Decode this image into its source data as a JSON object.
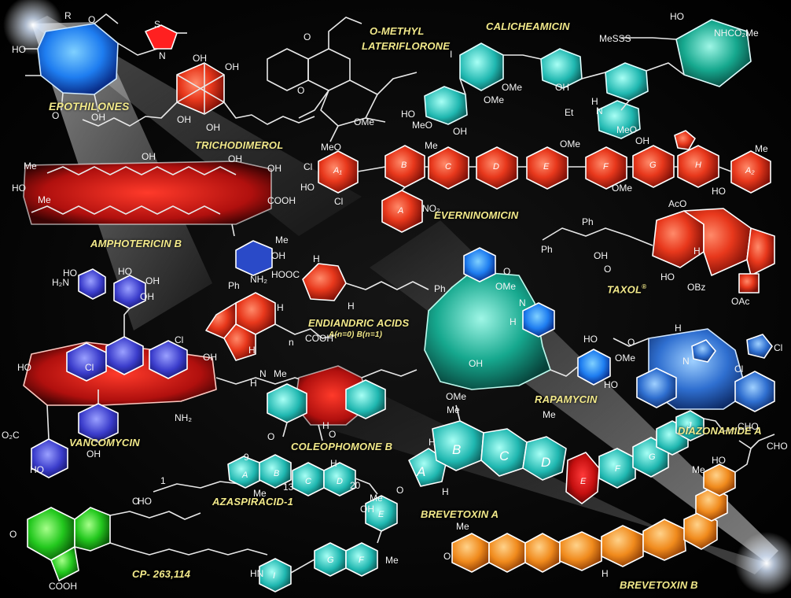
{
  "colors": {
    "background": "#000000",
    "label": "#f2e98a",
    "atom_text": "#f4f4f4",
    "bond": "#e8e8e8",
    "epothilone": "#1e7df0",
    "trichodimerol": "#ff3a1a",
    "amphotericin": "#d41c1c",
    "everninomicin": "#e8381c",
    "calicheamicin": "#22c2b0",
    "rapamycin": "#16a88e",
    "vancomycin": "#c8311f",
    "vancomycin_aryl": "#3b3dcc",
    "diazonamide": "#2f6fd0",
    "brevetoxin_a": "#1fb7b0",
    "brevetoxin_a_red": "#e01616",
    "brevetoxin_b": "#f08a1c",
    "cp_green": "#23c81e",
    "endiandric": "#ff4a1e",
    "taxol": "#e43318",
    "coleophomone": "#2bb5a6"
  },
  "compounds": [
    {
      "name": "EPOTHILONES"
    },
    {
      "name": "TRICHODIMEROL"
    },
    {
      "name": "O-METHYL"
    },
    {
      "name": "LATERIFLORONE"
    },
    {
      "name": "CALICHEAMICIN"
    },
    {
      "name": "EVERNINOMICIN"
    },
    {
      "name": "AMPHOTERICIN B"
    },
    {
      "name": "TAXOL",
      "superscript": "®"
    },
    {
      "name": "ENDIANDRIC ACIDS",
      "subtitle": "A(n=0)  B(n=1)"
    },
    {
      "name": "RAPAMYCIN"
    },
    {
      "name": "DIAZONAMIDE A"
    },
    {
      "name": "VANCOMYCIN"
    },
    {
      "name": "COLEOPHOMONE B"
    },
    {
      "name": "BREVETOXIN A"
    },
    {
      "name": "AZASPIRACID-1"
    },
    {
      "name": "BREVETOXIN B"
    },
    {
      "name": "CP- 263,114"
    }
  ],
  "atoms": {
    "r": "R",
    "ho1": "HO",
    "o_ep": "O",
    "s": "S",
    "n_ep": "N",
    "o_ep2": "O",
    "oh_ep": "OH",
    "oh_t1": "OH",
    "oh_t2": "OH",
    "oh_t3": "OH",
    "oh_t4": "OH",
    "o_lat1": "O",
    "o_lat2": "O",
    "ome_lat": "OMe",
    "messs": "MeSSS",
    "ho_cal": "HO",
    "nhco2me": "NHCO₂Me",
    "i_cal": "I",
    "ome_cal": "OMe",
    "ome_cal2": "OMe",
    "oh_cal": "OH",
    "meo_cal": "MeO",
    "oh_cal2": "OH",
    "ho_cal3": "HO",
    "meo_cal3": "MeO",
    "et_cal": "Et",
    "h_cal": "H",
    "n_cal": "N",
    "meo_ev": "MeO",
    "cl_ev1": "Cl",
    "cl_ev2": "Cl",
    "ho_ev": "HO",
    "no2": "NO₂",
    "me_ev": "Me",
    "ome_ev": "OMe",
    "ome_ev2": "OMe",
    "me_ev2": "Me",
    "oh_ev": "OH",
    "ho_ev2": "HO",
    "me_am1": "Me",
    "ho_am": "HO",
    "me_am2": "Me",
    "oh_am1": "OH",
    "oh_am2": "OH",
    "oh_am3": "OH",
    "cooh_am": "COOH",
    "nh2_am": "NH₂",
    "oh_am4": "OH",
    "me_am3": "Me",
    "aco": "AcO",
    "ph_tax": "Ph",
    "o_tax": "O",
    "ph_tax2": "Ph",
    "h_tax": "H",
    "oh_tax": "OH",
    "ho_tax": "HO",
    "obz": "OBz",
    "oac": "OAc",
    "hooc_end": "HOOC",
    "ph_end1": "Ph",
    "ph_end2": "Ph",
    "h_end1": "H",
    "h_end2": "H",
    "h_end3": "H",
    "h_end4": "H",
    "cooh_end": "COOH",
    "n_end": "n",
    "ome_rap1": "OMe",
    "o_rap": "O",
    "n_rap": "N",
    "h_rap": "H",
    "oh_rap": "OH",
    "ome_rap2": "OMe",
    "ome_rap3": "OMe",
    "ho_rap": "HO",
    "h_dz": "H",
    "ho_dz": "HO",
    "o_dz": "O",
    "cl_dz": "Cl",
    "cl_dz2": "Cl",
    "n_dz": "N",
    "ho_v1": "HO",
    "h2n": "H₂N",
    "oh_v1": "OH",
    "ho_v2": "HO",
    "oh_v2": "OH",
    "cl_v1": "Cl",
    "cl_v2": "Cl",
    "ho_v3": "HO",
    "oh_v3": "OH",
    "nh2_v": "NH₂",
    "nme": "N",
    "nme2": "Me",
    "h_v": "H",
    "oh_v4": "OH",
    "ho_v4": "HO",
    "co2": "O₂C",
    "o_col": "O",
    "o_col2": "O",
    "h_col": "H",
    "me_ba": "Me",
    "me_ba2": "Me",
    "h_ba": "H",
    "h_ba2": "H",
    "o_ba": "O",
    "cho_ba": "CHO",
    "ho_az": "HO",
    "one": "1",
    "nine": "9",
    "thirteen": "13",
    "twenty": "20",
    "h_az": "H",
    "me_az": "Me",
    "me_az2": "Me",
    "oh_az": "OH",
    "hn": "HN",
    "me_az3": "Me",
    "me_bb": "Me",
    "ho_bb": "HO",
    "cho_bb": "CHO",
    "h_bb": "H",
    "o_bb": "O",
    "me_bb2": "Me",
    "o_cp": "O",
    "cooh_cp": "COOH",
    "o_cp2": "O"
  },
  "ring_labels": {
    "b": "B",
    "c": "C",
    "d": "D",
    "e": "E",
    "f": "F",
    "g": "G",
    "h": "H",
    "a": "A",
    "a1": "A₁",
    "a2": "A₂",
    "ba_a": "A",
    "ba_b": "B",
    "ba_c": "C",
    "ba_d": "D",
    "ba_e": "E",
    "ba_f": "F",
    "ba_g": "G",
    "ba_j": "J",
    "az_a": "A",
    "az_b": "B",
    "az_c": "C",
    "az_d": "D",
    "az_e": "E",
    "az_f": "F",
    "az_g": "G",
    "az_i": "I"
  }
}
